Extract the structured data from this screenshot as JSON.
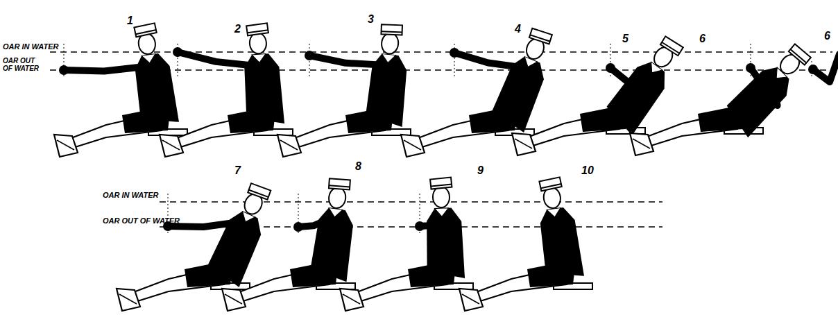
{
  "diagram": {
    "labels": [
      "OAR IN WATER",
      "OAR OUT OF WATER",
      "1",
      "2",
      "3",
      "4",
      "5",
      "6",
      "6",
      "7",
      "8",
      "9",
      "10",
      "OAR IN WATER",
      "OAR OUT OF WATER"
    ]
  }
}
